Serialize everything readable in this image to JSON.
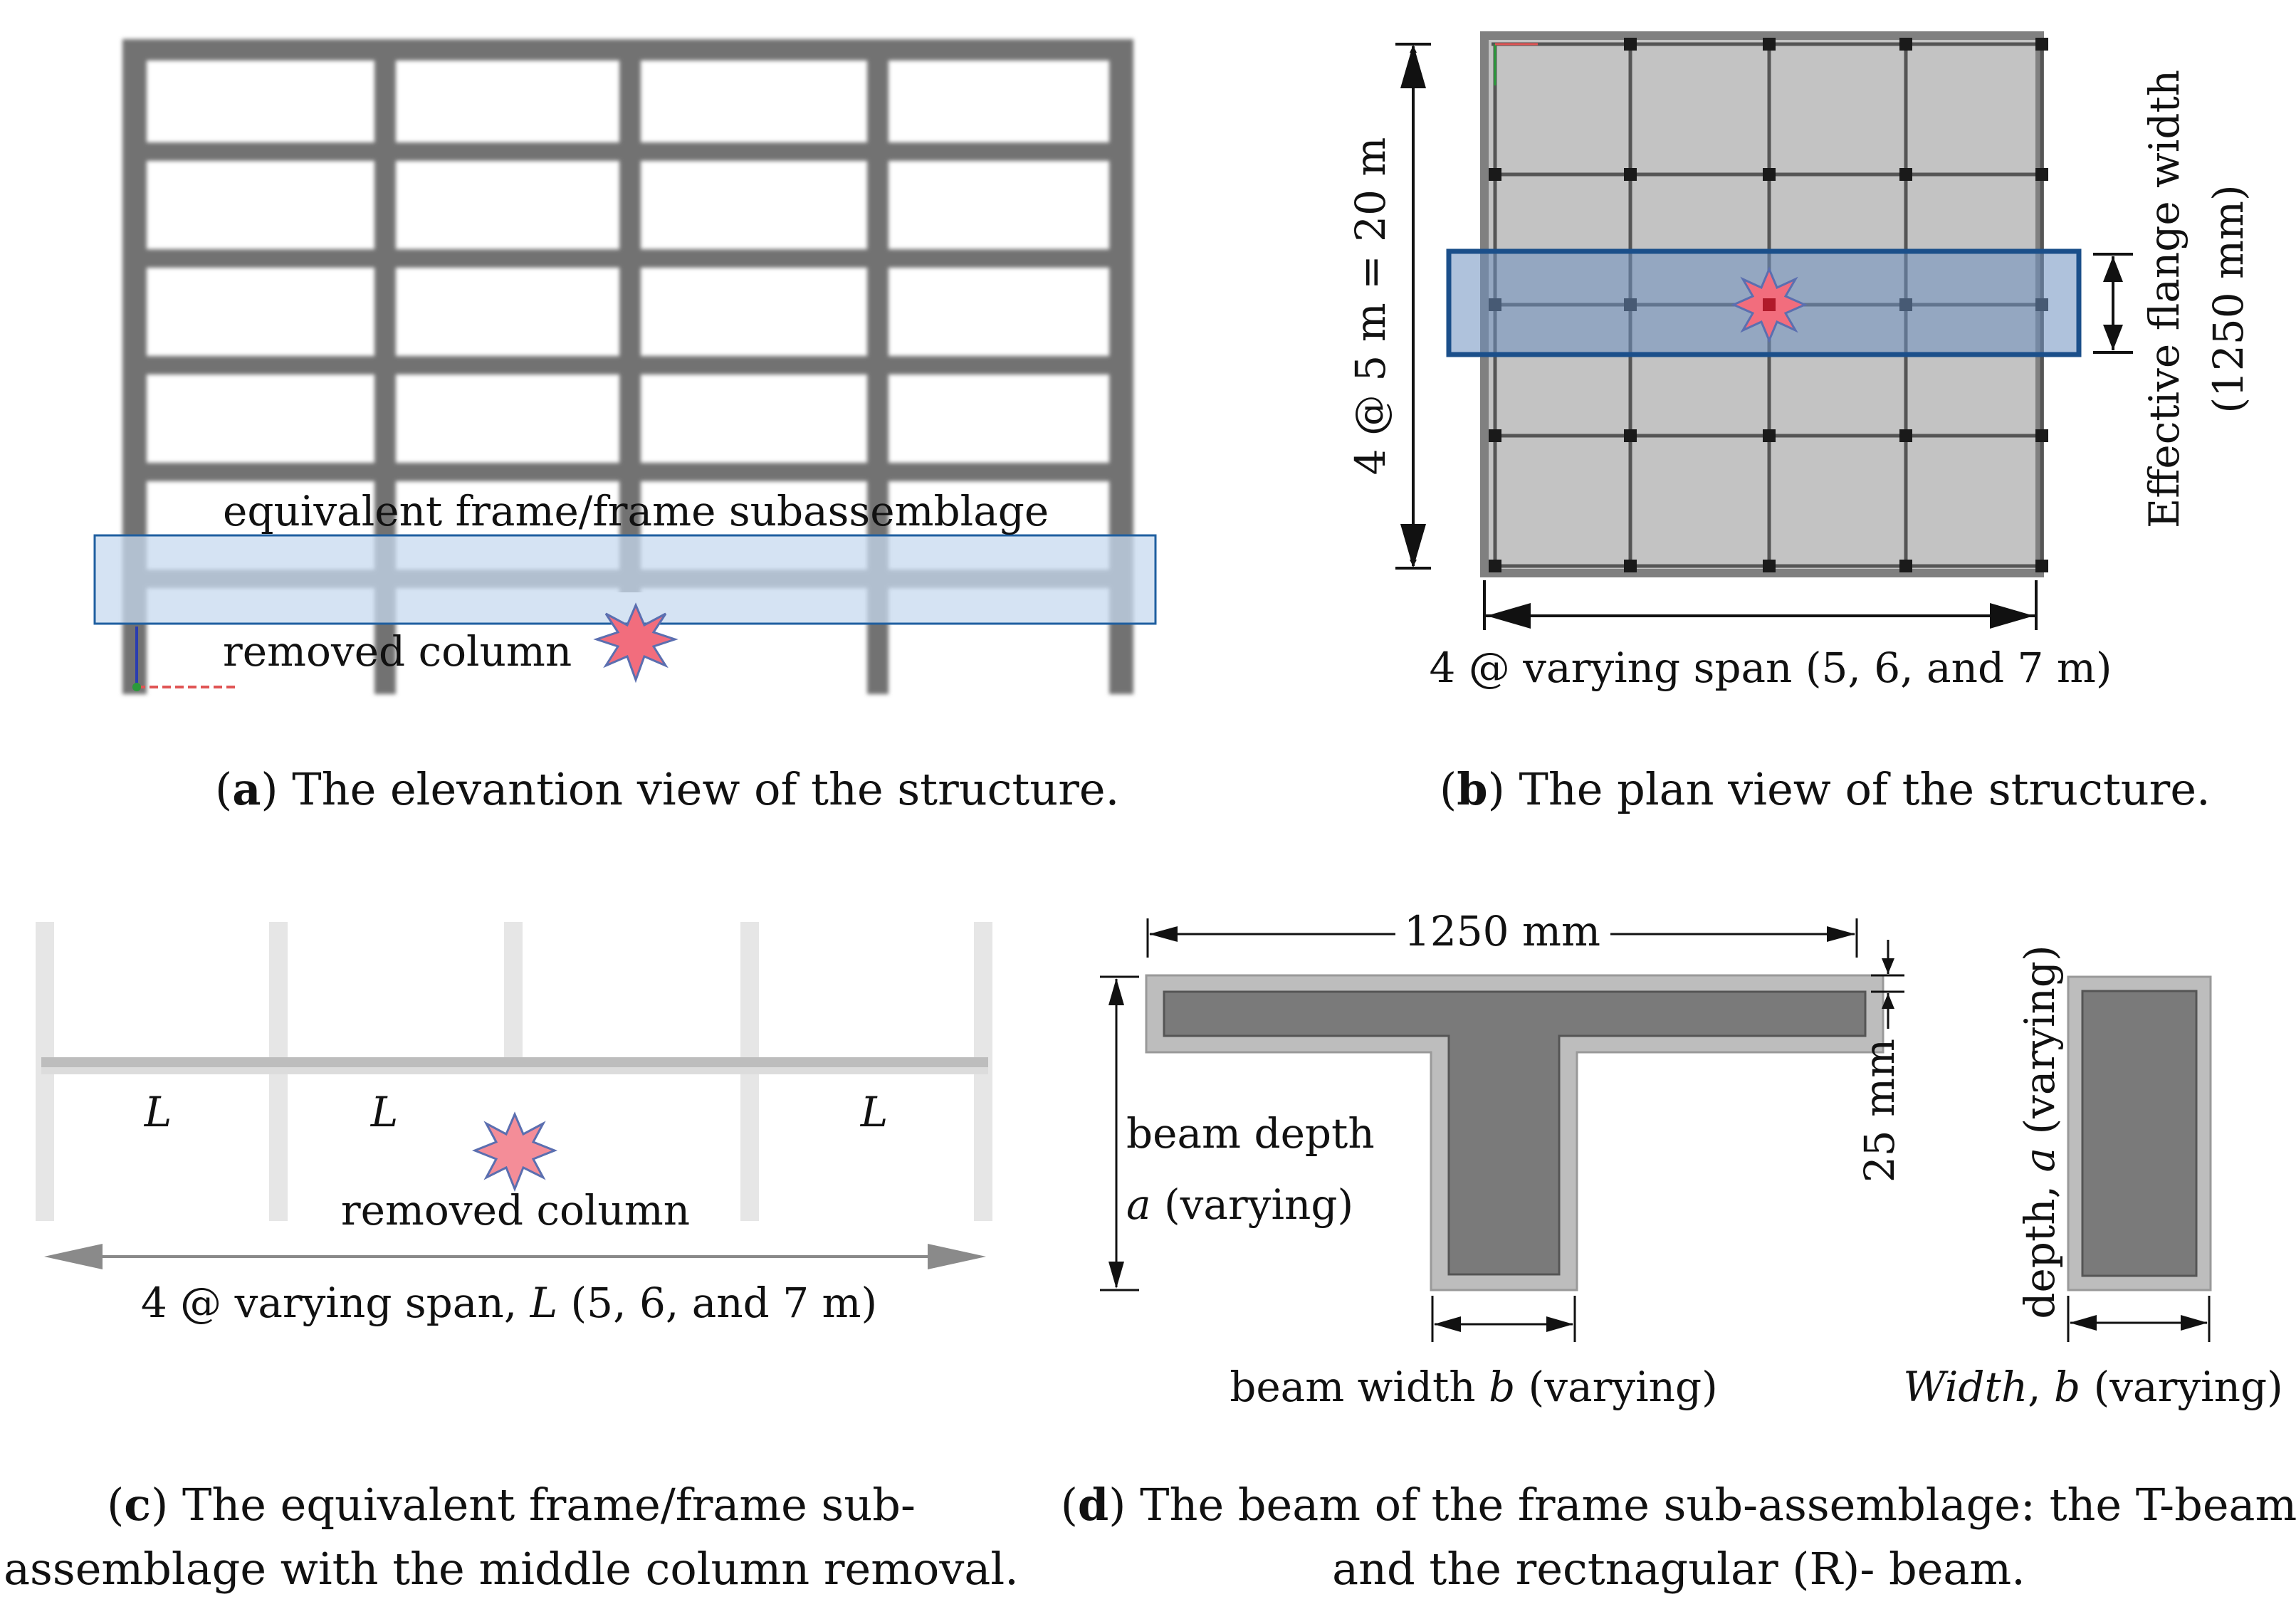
{
  "colors": {
    "frame_member": "#6e6e6e",
    "highlight_fill": "#c7d9ef",
    "highlight_stroke": "#1f5fa0",
    "explosion": "#f26d7d",
    "explosion_stroke": "#5b6fb0",
    "slab": "#c0c0c0",
    "concrete_outer": "#bdbdbd",
    "concrete_inner": "#7a7a7a"
  },
  "panel_a": {
    "frame_label": "equivalent frame/frame subassemblage",
    "removed_label": "removed column",
    "caption_letter": "a",
    "caption_text": ") The elevantion view of the structure."
  },
  "panel_b": {
    "vertical_dim": "4 @ 5 m = 20 m",
    "horizontal_dim": "4 @ varying span (5, 6, and 7 m)",
    "flange_label": "Effective flange width",
    "flange_value": "(1250 mm)",
    "caption_letter": "b",
    "caption_text": ") The plan view of the structure."
  },
  "panel_c": {
    "span_label": "L",
    "removed_label": "removed column",
    "span_dim_prefix": "4 @ varying span, ",
    "span_dim_L": "L",
    "span_dim_suffix": " (5, 6, and 7 m)",
    "caption_letter": "c",
    "caption_line1": ") The equivalent frame/frame sub-",
    "caption_line2": "assemblage with the middle column removal."
  },
  "panel_d": {
    "flange_width_dim": "1250 mm",
    "cover_dim": "25 mm",
    "depth_label_1": "beam depth",
    "depth_var": "a",
    "depth_label_2": " (varying)",
    "width_label_prefix": "beam width ",
    "width_var": "b",
    "width_label_suffix": " (varying)",
    "r_depth_prefix": "depth, ",
    "r_depth_var": "a",
    "r_depth_suffix": " (varying)",
    "r_width_word": "Width",
    "r_width_mid": ", ",
    "r_width_var": "b",
    "r_width_suffix": " (varying)",
    "caption_letter": "d",
    "caption_line1": ") The beam of the frame sub-assemblage: the T-beam",
    "caption_line2": "and the rectnagular (R)- beam."
  }
}
